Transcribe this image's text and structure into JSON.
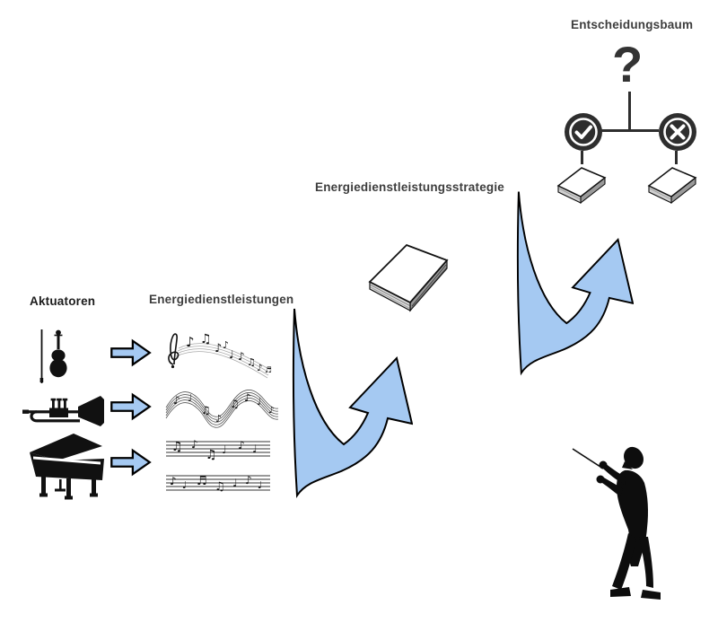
{
  "labels": {
    "aktuatoren": "Aktuatoren",
    "energiedienstleistungen": "Energiedienstleistungen",
    "energiedienstleistungsstrategie": "Energiedienstleistungsstrategie",
    "entscheidungsbaum": "Entscheidungsbaum",
    "question_mark": "?"
  },
  "colors": {
    "background": "#ffffff",
    "arrow_fill": "#a5c9f2",
    "arrow_outline": "#000000",
    "label_text": "#3d3d3d",
    "label_text_dark": "#1c1c1c",
    "decision_icon_dark": "#2e2e2e",
    "silhouette_black": "#0d0d0d",
    "book_page_light": "#d9d9d9",
    "book_page_dark": "#9a9a9a"
  },
  "icons": {
    "actuators_column": [
      "violin-icon",
      "trumpet-icon",
      "grand-piano-icon"
    ],
    "energy_services_column": [
      "music-notes-scatter-icon",
      "music-notes-wave-icon",
      "music-notes-staff-icon"
    ],
    "strategy": [
      "book-icon"
    ],
    "decision_tree": [
      "question-mark",
      "check-circle-icon",
      "x-circle-icon",
      "book-icon",
      "book-icon"
    ],
    "flow": [
      "right-block-arrow-icon",
      "right-block-arrow-icon",
      "right-block-arrow-icon",
      "swoosh-up-arrow-icon",
      "swoosh-up-arrow-icon"
    ],
    "figure": [
      "conductor-icon"
    ]
  }
}
